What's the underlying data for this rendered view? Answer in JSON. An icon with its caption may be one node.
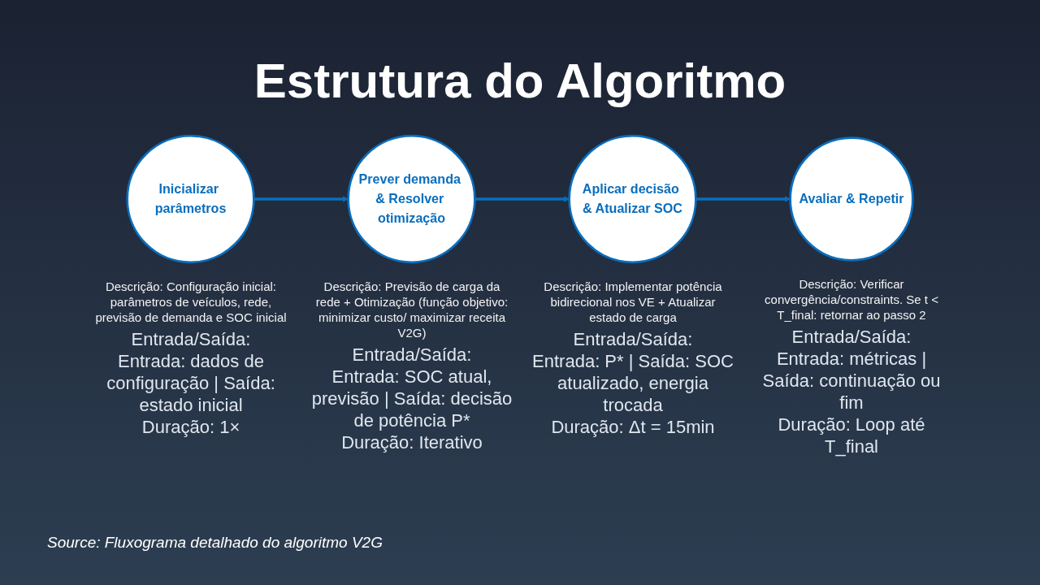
{
  "diagram": {
    "title": "Estrutura do Algoritmo",
    "caption": "Source: Fluxograma detalhado do algoritmo V2G",
    "nodes": [
      {
        "text": [
          "Inicializar parâmetros"
        ],
        "beside": [
          "Descrição: Configuração inicial: parâmetros de veículos, rede, previsão de demanda e SOC inicial",
          "Entrada/Saída:",
          "Entrada: dados de configuração | Saída: estado inicial",
          "Duração: 1×"
        ]
      },
      {
        "text": [
          "Prever demanda & Resolver otimização"
        ],
        "beside": [
          "Descrição: Previsão de carga da rede + Otimização (função objetivo: minimizar custo/ maximizar receita V2G)",
          "Entrada/Saída:",
          "Entrada: SOC atual, previsão | Saída: decisão de potência P*",
          "Duração: Iterativo"
        ]
      },
      {
        "text": [
          "Aplicar decisão & Atualizar SOC"
        ],
        "beside": [
          "Descrição: Implementar potência bidirecional nos VE + Atualizar estado de carga",
          "Entrada/Saída:",
          "Entrada: P* | Saída: SOC atualizado, energia trocada",
          "Duração: Δt = 15min"
        ]
      },
      {
        "text": [
          "Avaliar & Repetir"
        ],
        "beside": [
          "Descrição: Verificar convergência/constraints. Se t < T_final: retornar ao passo 2",
          "Entrada/Saída:",
          "Entrada: métricas | Saída: continuação ou fim",
          "Duração: Loop até T_final"
        ]
      }
    ],
    "edges": [
      {
        "from": 0,
        "to": 1,
        "arrow": "to"
      },
      {
        "from": 1,
        "to": 2,
        "arrow": "to"
      },
      {
        "from": 2,
        "to": 3,
        "arrow": "to"
      }
    ]
  }
}
